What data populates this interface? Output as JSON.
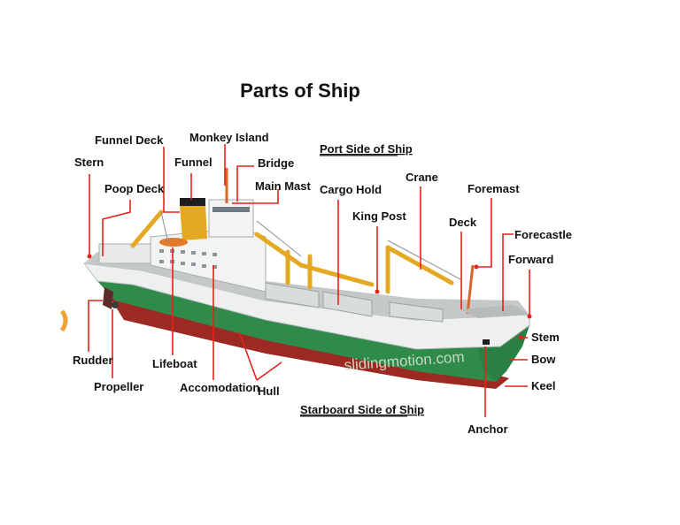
{
  "title": "Parts of Ship",
  "port_side_label": "Port Side of Ship",
  "starboard_side_label": "Starboard Side of Ship",
  "watermark": "slidingmotion.com",
  "colors": {
    "leader_line": "#e2231a",
    "hull_green": "#2e8b4a",
    "hull_red": "#9c2a22",
    "superstructure": "#f2f2f2",
    "crane_yellow": "#e5a823",
    "deck_grey": "#bfc3c4"
  },
  "labels": {
    "stern": "Stern",
    "funnel_deck": "Funnel Deck",
    "funnel": "Funnel",
    "monkey_island": "Monkey Island",
    "bridge": "Bridge",
    "main_mast": "Main Mast",
    "poop_deck": "Poop Deck",
    "cargo_hold": "Cargo Hold",
    "king_post": "King Post",
    "crane": "Crane",
    "foremast": "Foremast",
    "deck": "Deck",
    "forecastle": "Forecastle",
    "forward": "Forward",
    "stem": "Stem",
    "bow": "Bow",
    "keel": "Keel",
    "anchor": "Anchor",
    "rudder": "Rudder",
    "propeller": "Propeller",
    "lifeboat": "Lifeboat",
    "accomodation": "Accomodation",
    "hull": "Hull"
  }
}
